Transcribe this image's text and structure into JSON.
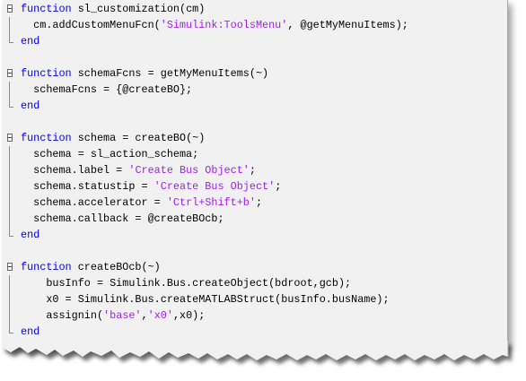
{
  "colors": {
    "keyword": "#0000ff",
    "string": "#a020f0",
    "text": "#000000",
    "background": "#f1f1f1"
  },
  "code_lines": [
    {
      "fold": "start",
      "indent": 0,
      "tokens": [
        {
          "t": "kw",
          "v": "function"
        },
        {
          "t": "tx",
          "v": " sl_customization(cm)"
        }
      ]
    },
    {
      "fold": "mid",
      "indent": 2,
      "tokens": [
        {
          "t": "tx",
          "v": "cm.addCustomMenuFcn("
        },
        {
          "t": "st",
          "v": "'Simulink:ToolsMenu'"
        },
        {
          "t": "tx",
          "v": ", @getMyMenuItems);"
        }
      ]
    },
    {
      "fold": "end",
      "indent": 0,
      "tokens": [
        {
          "t": "kw",
          "v": "end"
        }
      ]
    },
    {
      "fold": "none",
      "indent": 0,
      "tokens": []
    },
    {
      "fold": "start",
      "indent": 0,
      "tokens": [
        {
          "t": "kw",
          "v": "function"
        },
        {
          "t": "tx",
          "v": " schemaFcns = getMyMenuItems(~)"
        }
      ]
    },
    {
      "fold": "mid",
      "indent": 2,
      "tokens": [
        {
          "t": "tx",
          "v": "schemaFcns = {@createBO};"
        }
      ]
    },
    {
      "fold": "end",
      "indent": 0,
      "tokens": [
        {
          "t": "kw",
          "v": "end"
        }
      ]
    },
    {
      "fold": "none",
      "indent": 0,
      "tokens": []
    },
    {
      "fold": "start",
      "indent": 0,
      "tokens": [
        {
          "t": "kw",
          "v": "function"
        },
        {
          "t": "tx",
          "v": " schema = createBO(~)"
        }
      ]
    },
    {
      "fold": "mid",
      "indent": 2,
      "tokens": [
        {
          "t": "tx",
          "v": "schema = sl_action_schema;"
        }
      ]
    },
    {
      "fold": "mid",
      "indent": 2,
      "tokens": [
        {
          "t": "tx",
          "v": "schema.label = "
        },
        {
          "t": "st",
          "v": "'Create Bus Object'"
        },
        {
          "t": "tx",
          "v": ";"
        }
      ]
    },
    {
      "fold": "mid",
      "indent": 2,
      "tokens": [
        {
          "t": "tx",
          "v": "schema.statustip = "
        },
        {
          "t": "st",
          "v": "'Create Bus Object'"
        },
        {
          "t": "tx",
          "v": ";"
        }
      ]
    },
    {
      "fold": "mid",
      "indent": 2,
      "tokens": [
        {
          "t": "tx",
          "v": "schema.accelerator = "
        },
        {
          "t": "st",
          "v": "'Ctrl+Shift+b'"
        },
        {
          "t": "tx",
          "v": ";"
        }
      ]
    },
    {
      "fold": "mid",
      "indent": 2,
      "tokens": [
        {
          "t": "tx",
          "v": "schema.callback = @createBOcb;"
        }
      ]
    },
    {
      "fold": "end",
      "indent": 0,
      "tokens": [
        {
          "t": "kw",
          "v": "end"
        }
      ]
    },
    {
      "fold": "none",
      "indent": 0,
      "tokens": []
    },
    {
      "fold": "start",
      "indent": 0,
      "tokens": [
        {
          "t": "kw",
          "v": "function"
        },
        {
          "t": "tx",
          "v": " createBOcb(~)"
        }
      ]
    },
    {
      "fold": "mid",
      "indent": 4,
      "tokens": [
        {
          "t": "tx",
          "v": "busInfo = Simulink.Bus.createObject(bdroot,gcb);"
        }
      ]
    },
    {
      "fold": "mid",
      "indent": 4,
      "tokens": [
        {
          "t": "tx",
          "v": "x0 = Simulink.Bus.createMATLABStruct(busInfo.busName);"
        }
      ]
    },
    {
      "fold": "mid",
      "indent": 4,
      "tokens": [
        {
          "t": "tx",
          "v": "assignin("
        },
        {
          "t": "st",
          "v": "'base'"
        },
        {
          "t": "tx",
          "v": ","
        },
        {
          "t": "st",
          "v": "'x0'"
        },
        {
          "t": "tx",
          "v": ",x0);"
        }
      ]
    },
    {
      "fold": "end",
      "indent": 0,
      "tokens": [
        {
          "t": "kw",
          "v": "end"
        }
      ]
    }
  ]
}
